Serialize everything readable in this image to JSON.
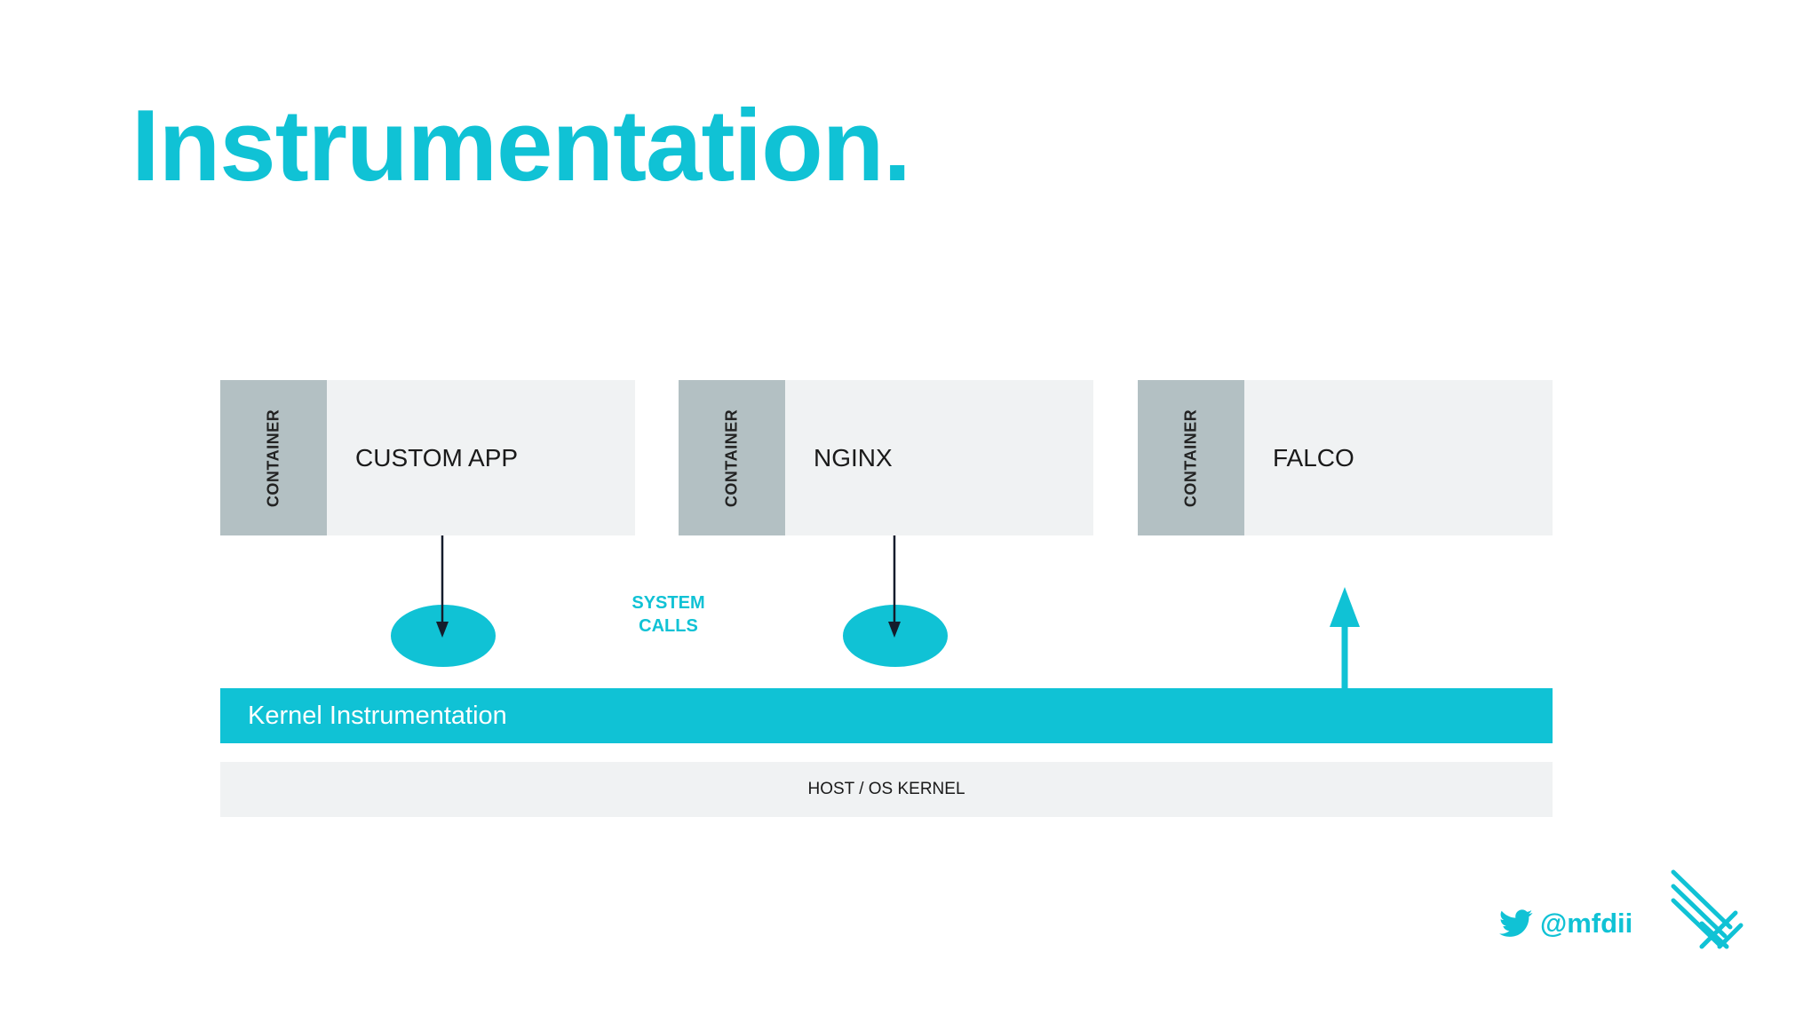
{
  "title": "Instrumentation.",
  "containers": [
    {
      "tab_label": "CONTAINER",
      "name": "CUSTOM APP"
    },
    {
      "tab_label": "CONTAINER",
      "name": "NGINX"
    },
    {
      "tab_label": "CONTAINER",
      "name": "FALCO"
    }
  ],
  "syscalls": {
    "line1": "SYSTEM",
    "line2": "CALLS"
  },
  "kernel_instrumentation": "Kernel Instrumentation",
  "host_kernel": "HOST / OS KERNEL",
  "twitter": {
    "icon": "twitter-bird-icon",
    "handle": "@mfdii"
  },
  "logo": {
    "icon": "sysdig-slash-logo"
  },
  "colors": {
    "accent": "#10c2d5",
    "container_bg": "#f0f2f3",
    "container_tab": "#b3c0c3",
    "arrow": "#141c2c"
  }
}
